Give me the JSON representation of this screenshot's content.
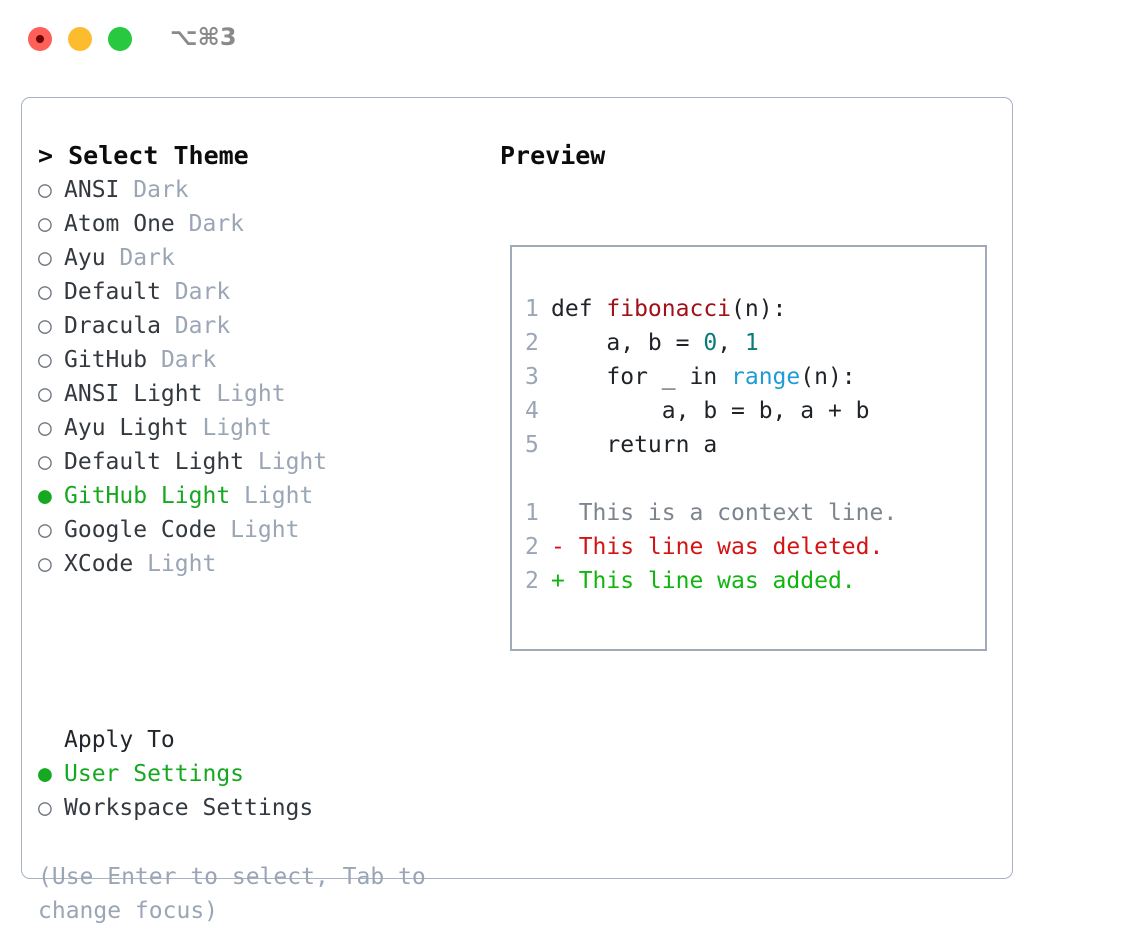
{
  "titlebar": {
    "shortcut": "⌥⌘3",
    "controls": [
      {
        "name": "close",
        "color": "#fc6058"
      },
      {
        "name": "minimize",
        "color": "#fdbc2d"
      },
      {
        "name": "maximize",
        "color": "#28c840"
      }
    ]
  },
  "theme_picker": {
    "title": "> Select Theme",
    "bullet_unselected": "○",
    "bullet_selected": "●",
    "options": [
      {
        "name": "ANSI",
        "tag": "Dark",
        "selected": false
      },
      {
        "name": "Atom One",
        "tag": "Dark",
        "selected": false
      },
      {
        "name": "Ayu",
        "tag": "Dark",
        "selected": false
      },
      {
        "name": "Default",
        "tag": "Dark",
        "selected": false
      },
      {
        "name": "Dracula",
        "tag": "Dark",
        "selected": false
      },
      {
        "name": "GitHub",
        "tag": "Dark",
        "selected": false
      },
      {
        "name": "ANSI Light",
        "tag": "Light",
        "selected": false
      },
      {
        "name": "Ayu Light",
        "tag": "Light",
        "selected": false
      },
      {
        "name": "Default Light",
        "tag": "Light",
        "selected": false
      },
      {
        "name": "GitHub Light",
        "tag": "Light",
        "selected": true
      },
      {
        "name": "Google Code",
        "tag": "Light",
        "selected": false
      },
      {
        "name": "XCode",
        "tag": "Light",
        "selected": false
      }
    ]
  },
  "apply_to": {
    "title": "Apply To",
    "options": [
      {
        "name": "User Settings",
        "selected": true
      },
      {
        "name": "Workspace Settings",
        "selected": false
      }
    ]
  },
  "hint": "(Use Enter to select, Tab to change focus)",
  "preview": {
    "title": "Preview",
    "code_lines": [
      {
        "num": "1",
        "tokens": [
          {
            "t": "def ",
            "c": "plain"
          },
          {
            "t": "fibonacci",
            "c": "func"
          },
          {
            "t": "(n):",
            "c": "plain"
          }
        ]
      },
      {
        "num": "2",
        "tokens": [
          {
            "t": "    a, b = ",
            "c": "plain"
          },
          {
            "t": "0",
            "c": "num"
          },
          {
            "t": ", ",
            "c": "plain"
          },
          {
            "t": "1",
            "c": "num"
          }
        ]
      },
      {
        "num": "3",
        "tokens": [
          {
            "t": "    for _ in ",
            "c": "plain"
          },
          {
            "t": "range",
            "c": "builtin"
          },
          {
            "t": "(n):",
            "c": "plain"
          }
        ]
      },
      {
        "num": "4",
        "tokens": [
          {
            "t": "        a, b = b, a + b",
            "c": "plain"
          }
        ]
      },
      {
        "num": "5",
        "tokens": [
          {
            "t": "    return a",
            "c": "plain"
          }
        ]
      }
    ],
    "diff_lines": [
      {
        "num": "1",
        "tokens": [
          {
            "t": "  This is a context line.",
            "c": "ctx"
          }
        ]
      },
      {
        "num": "2",
        "tokens": [
          {
            "t": "- This line was deleted.",
            "c": "del"
          }
        ]
      },
      {
        "num": "2",
        "tokens": [
          {
            "t": "+ This line was added.",
            "c": "add"
          }
        ]
      }
    ]
  },
  "colors": {
    "accent_green": "#16a821",
    "muted_gray": "#9aa5b5",
    "border": "#a9b2c0",
    "preview_border": "#a0aab8",
    "code_function": "#a0111a",
    "code_number": "#0a7c78",
    "code_builtin": "#1f9cd6",
    "diff_deleted": "#d21414",
    "diff_added": "#11b511"
  }
}
